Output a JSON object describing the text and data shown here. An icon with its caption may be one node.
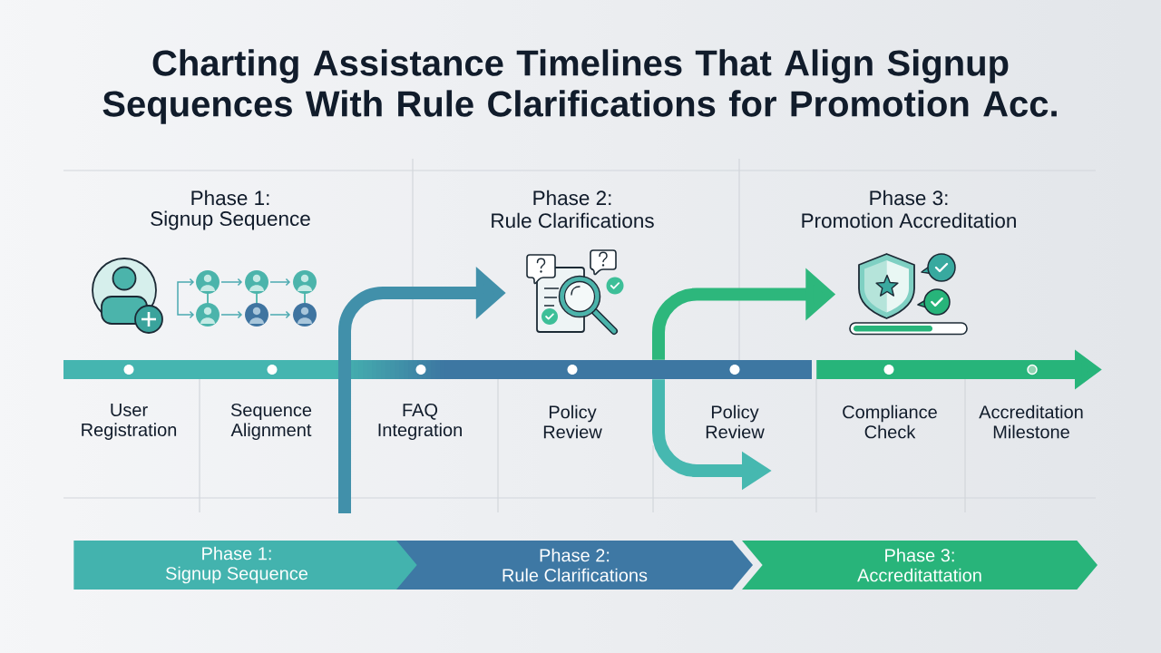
{
  "diagram": {
    "title": "Charting Assistance Timelines That Align Signup Sequences With Rule Clarifications for Promotion Acc.",
    "nodes": [
      {
        "text": [],
        "shape": "picture"
      },
      {
        "text": [],
        "shape": "picture"
      },
      {
        "text": [],
        "shape": "bar"
      },
      {
        "text": [
          "Phase 1:",
          "Signup Sequence"
        ]
      },
      {
        "text": [
          "Phase 2:",
          "Rule Clarifications"
        ]
      },
      {
        "text": [
          "Phase 3:",
          "Accreditattation"
        ]
      }
    ],
    "edges": [
      {
        "from": null,
        "to": 0,
        "arrow": "to",
        "color": "#4190aa"
      },
      {
        "from": 2,
        "to": 1,
        "arrow": "to",
        "color": "#2db77c"
      },
      {
        "from": 2,
        "to": null,
        "arrow": "to",
        "color": "#46b8b0"
      },
      {
        "from": 2,
        "to": null,
        "arrow": "to",
        "color": "#27b47a"
      }
    ],
    "labels": [
      "Phase 1:",
      "Signup Sequence",
      "Phase 2:",
      "Rule Clarifications",
      "Phase 3:",
      "Promotion Accreditation",
      "User Registration",
      "Sequence Alignment",
      "FAQ Integration",
      "Policy Review",
      "Policy Review",
      "Compliance Check",
      "Accreditation Milestone"
    ]
  }
}
